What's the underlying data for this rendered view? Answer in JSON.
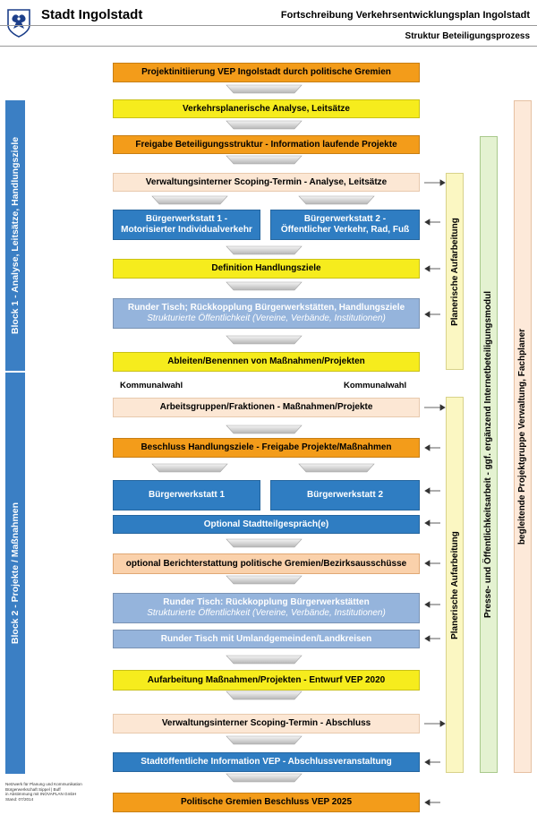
{
  "header": {
    "city": "Stadt Ingolstadt",
    "title": "Fortschreibung Verkehrsentwicklungsplan Ingolstadt",
    "subtitle": "Struktur Beteiligungsprozess"
  },
  "blocks": {
    "block1": "Block 1 - Analyse, Leitsätze, Handlungsziele",
    "block2": "Block 2 - Projekte / Maßnahmen"
  },
  "side": {
    "planerisch": "Planerische Aufarbeitung",
    "presse": "Presse- und Öffentlichkeitsarbeit - ggf. ergänzend Internetbeteiligungsmodul",
    "begleitend": "begleitende Projektgruppe Verwaltung, Fachplaner"
  },
  "steps": {
    "s1": "Projektinitiierung VEP Ingolstadt durch politische Gremien",
    "s2": "Verkehrsplanerische Analyse, Leitsätze",
    "s3": "Freigabe Beteiligungsstruktur - Information laufende Projekte",
    "s4": "Verwaltungsinterner Scoping-Termin - Analyse, Leitsätze",
    "s5a_1": "Bürgerwerkstatt 1 -",
    "s5a_2": "Motorisierter Individualverkehr",
    "s5b_1": "Bürgerwerkstatt 2 -",
    "s5b_2": "Öffentlicher Verkehr, Rad, Fuß",
    "s6": "Definition Handlungsziele",
    "s7_1": "Runder Tisch; Rückkopplung Bürgerwerkstätten, Handlungsziele",
    "s7_2": "Strukturierte Öffentlichkeit (Vereine, Verbände, Institutionen)",
    "s8": "Ableiten/Benennen von Maßnahmen/Projekten",
    "kommunal_left": "Kommunalwahl",
    "kommunal_right": "Kommunalwahl",
    "s9": "Arbeitsgruppen/Fraktionen - Maßnahmen/Projekte",
    "s10": "Beschluss Handlungsziele - Freigabe Projekte/Maßnahmen",
    "s11a": "Bürgerwerkstatt 1",
    "s11b": "Bürgerwerkstatt 2",
    "s12": "Optional Stadtteilgespräch(e)",
    "s13": "optional Berichterstattung politische Gremien/Bezirksausschüsse",
    "s14_1": "Runder Tisch: Rückkopplung Bürgerwerkstätten",
    "s14_2": "Strukturierte Öffentlichkeit (Vereine, Verbände, Institutionen)",
    "s15": "Runder Tisch mit Umlandgemeinden/Landkreisen",
    "s16": "Aufarbeitung Maßnahmen/Projekten - Entwurf VEP 2020",
    "s17": "Verwaltungsinterner Scoping-Termin - Abschluss",
    "s18": "Stadtöffentliche Information VEP - Abschlussveranstaltung",
    "s19": "Politische Gremien Beschluss VEP 2025"
  },
  "footer": {
    "l1": "Netzwerk für Planung und Kommunikation",
    "l2": "Bürgerwerkschaft Sippel | Buff",
    "l3": "in Abstimmung mit INOVAPLAN GmbH",
    "l4": "Stand: 07/2014"
  },
  "colors": {
    "orange": "#f39c1a",
    "yellow": "#f6ec1d",
    "peach": "#fce7d4",
    "blue": "#2f7dc2",
    "light_blue": "#95b4dc"
  }
}
